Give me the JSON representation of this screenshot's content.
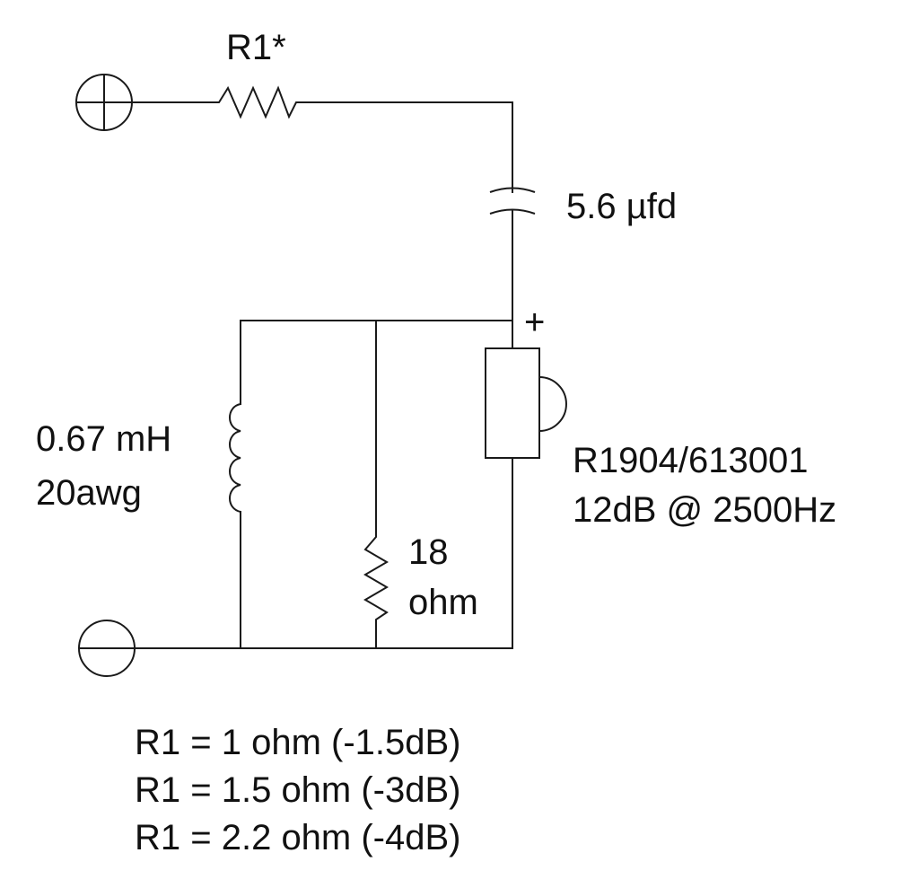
{
  "components": {
    "r1": {
      "label": "R1*"
    },
    "capacitor": {
      "value": "5.6 µfd"
    },
    "inductor": {
      "value": "0.67 mH",
      "wire_gauge": "20awg"
    },
    "resistor_18": {
      "value": "18",
      "unit": "ohm"
    },
    "driver": {
      "polarity": "+",
      "model": "R1904/613001",
      "spec": "12dB @ 2500Hz"
    }
  },
  "terminals": {
    "positive": {
      "symbol": "plus-terminal"
    },
    "negative": {
      "symbol": "minus-terminal"
    }
  },
  "notes": [
    "R1 = 1 ohm (-1.5dB)",
    "R1 = 1.5 ohm (-3dB)",
    "R1 = 2.2 ohm (-4dB)"
  ],
  "colors": {
    "ink": "#1a1a1a",
    "background": "#ffffff"
  }
}
